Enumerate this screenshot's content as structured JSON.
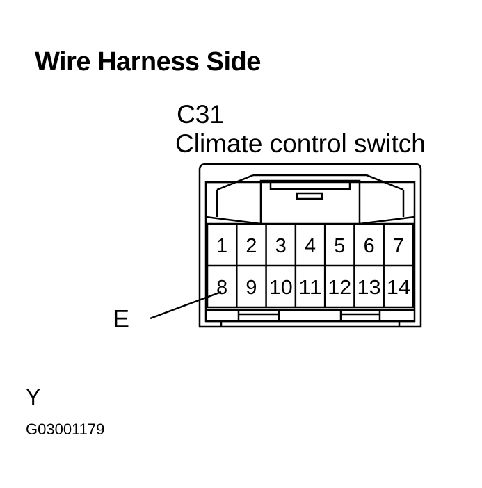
{
  "title": "Wire Harness Side",
  "connector": {
    "id": "C31",
    "name": "Climate control switch",
    "pins_top": [
      "1",
      "2",
      "3",
      "4",
      "5",
      "6",
      "7"
    ],
    "pins_bottom": [
      "8",
      "9",
      "10",
      "11",
      "12",
      "13",
      "14"
    ]
  },
  "wire_label": "E",
  "color_code": "Y",
  "reference_code": "G03001179"
}
